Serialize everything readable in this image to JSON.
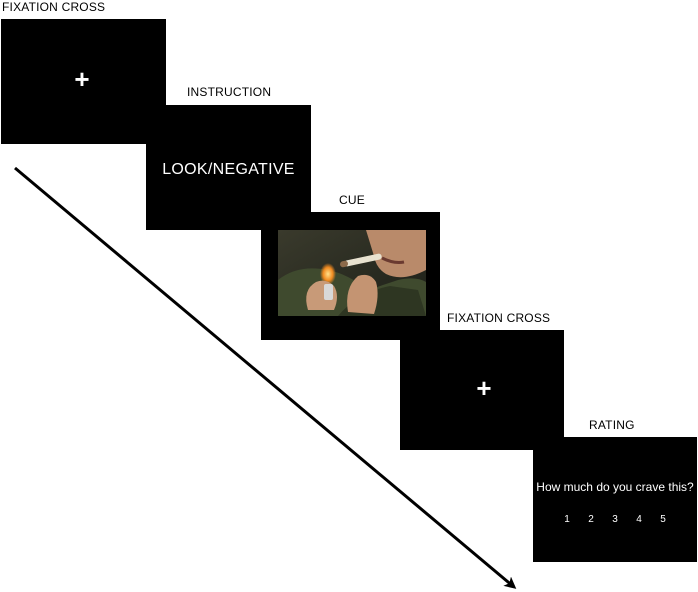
{
  "steps": [
    {
      "label": "FIXATION CROSS",
      "content": "+"
    },
    {
      "label": "INSTRUCTION",
      "content": "LOOK/NEGATIVE"
    },
    {
      "label": "CUE"
    },
    {
      "label": "FIXATION CROSS",
      "content": "+"
    },
    {
      "label": "RATING",
      "content": "How much do you crave this?",
      "scale": [
        "1",
        "2",
        "3",
        "4",
        "5"
      ]
    }
  ],
  "colors": {
    "screen": "#000000",
    "screen_text": "#ffffff",
    "background": "#ffffff"
  },
  "arrow_icon": "diagonal-timeline-arrow"
}
